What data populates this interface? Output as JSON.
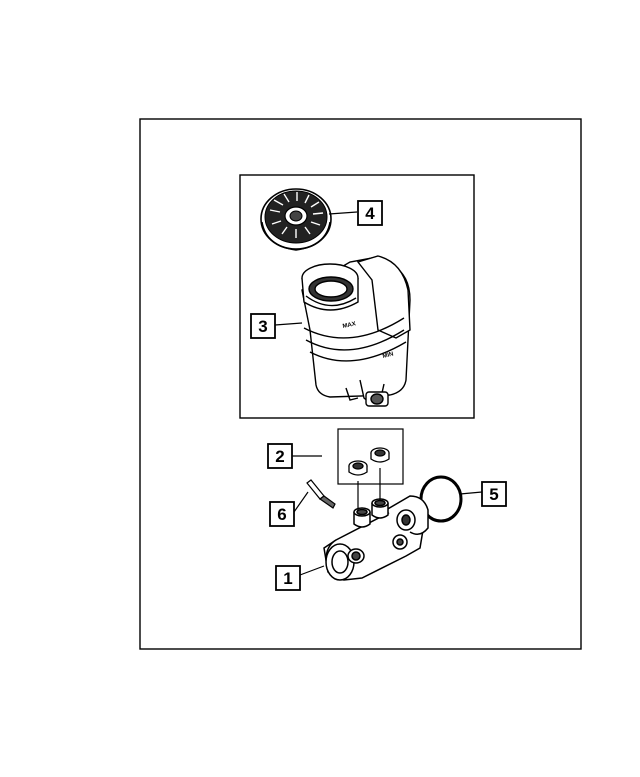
{
  "diagram": {
    "callouts": [
      {
        "id": "1",
        "label": "1"
      },
      {
        "id": "2",
        "label": "2"
      },
      {
        "id": "3",
        "label": "3"
      },
      {
        "id": "4",
        "label": "4"
      },
      {
        "id": "5",
        "label": "5"
      },
      {
        "id": "6",
        "label": "6"
      }
    ],
    "reservoir_marking": "MAX",
    "reservoir_min_marking": "MIN"
  }
}
